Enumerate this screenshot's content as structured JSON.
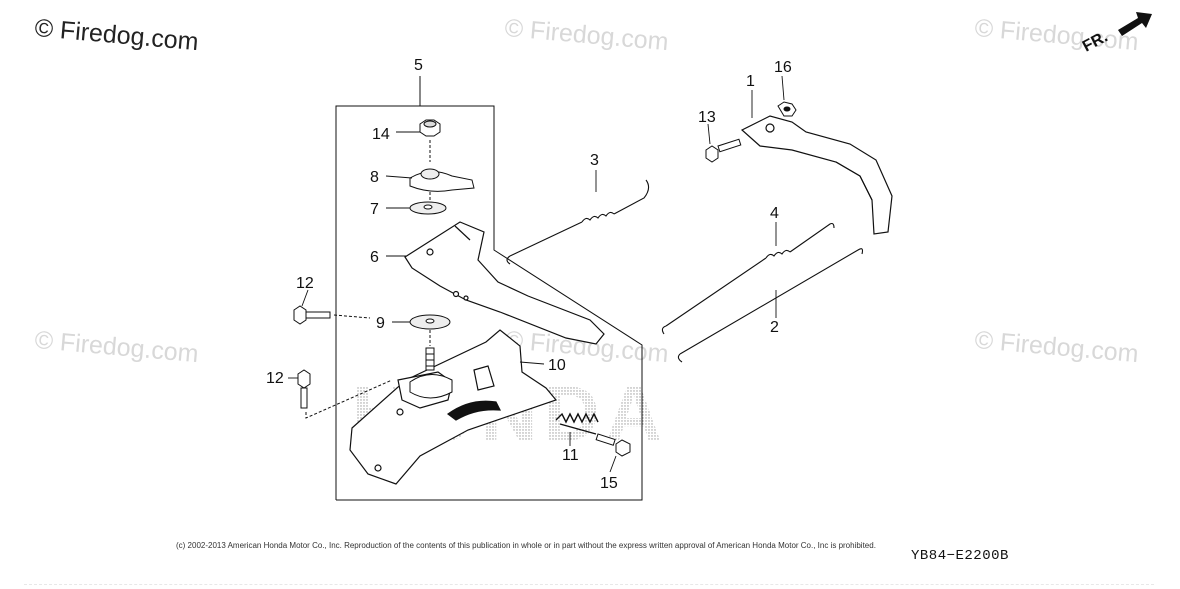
{
  "watermarks": {
    "main": "© Firedog.com",
    "faint": [
      "© Firedog.com",
      "© Firedog.com",
      "© Firedog.com",
      "© Firedog.com",
      "© Firedog.com"
    ]
  },
  "orientation": {
    "label": "FR."
  },
  "background_brand": "HONDA",
  "callouts": {
    "c1": "1",
    "c2": "2",
    "c3": "3",
    "c4": "4",
    "c5": "5",
    "c6": "6",
    "c7": "7",
    "c8": "8",
    "c9": "9",
    "c10": "10",
    "c11": "11",
    "c12a": "12",
    "c12b": "12",
    "c13": "13",
    "c14": "14",
    "c15": "15",
    "c16": "16"
  },
  "footer": {
    "copyright": "(c) 2002-2013 American Honda Motor Co., Inc. Reproduction of the contents of this publication in whole or in part without the express written approval of American Honda Motor Co., Inc is prohibited.",
    "diagram_code": "YB84−E2200B"
  }
}
